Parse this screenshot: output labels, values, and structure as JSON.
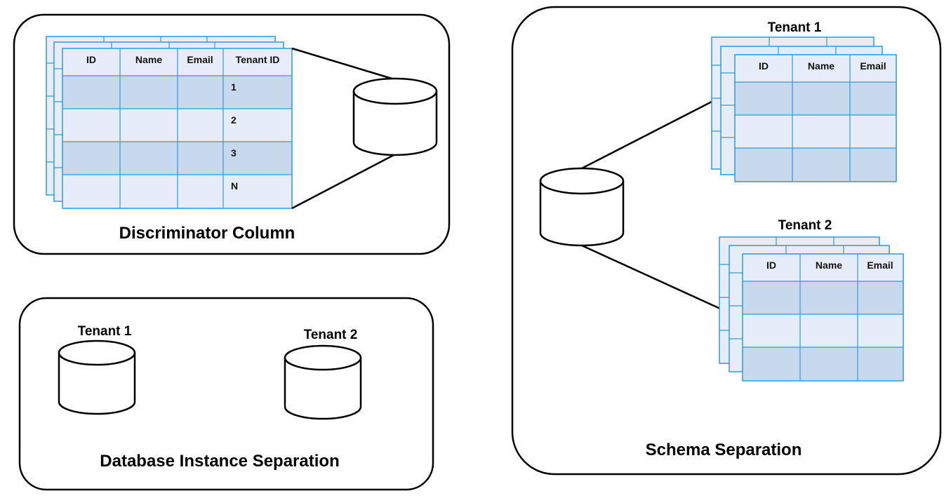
{
  "panels": {
    "discriminator": {
      "title": "Discriminator Column",
      "table": {
        "headers": [
          "ID",
          "Name",
          "Email",
          "Tenant ID"
        ],
        "tenant_ids": [
          "1",
          "2",
          "3",
          "N"
        ]
      }
    },
    "database_instance": {
      "title": "Database Instance Separation",
      "tenant_1": "Tenant 1",
      "tenant_2": "Tenant 2"
    },
    "schema": {
      "title": "Schema Separation",
      "tenant_1": {
        "label": "Tenant 1",
        "headers": [
          "ID",
          "Name",
          "Email"
        ]
      },
      "tenant_2": {
        "label": "Tenant 2",
        "headers": [
          "ID",
          "Name",
          "Email"
        ]
      }
    }
  },
  "colors": {
    "table_border": "#2e9bd6",
    "row_dark": "#c8d9ee",
    "row_light": "#e6edf8",
    "outline": "#000000"
  }
}
